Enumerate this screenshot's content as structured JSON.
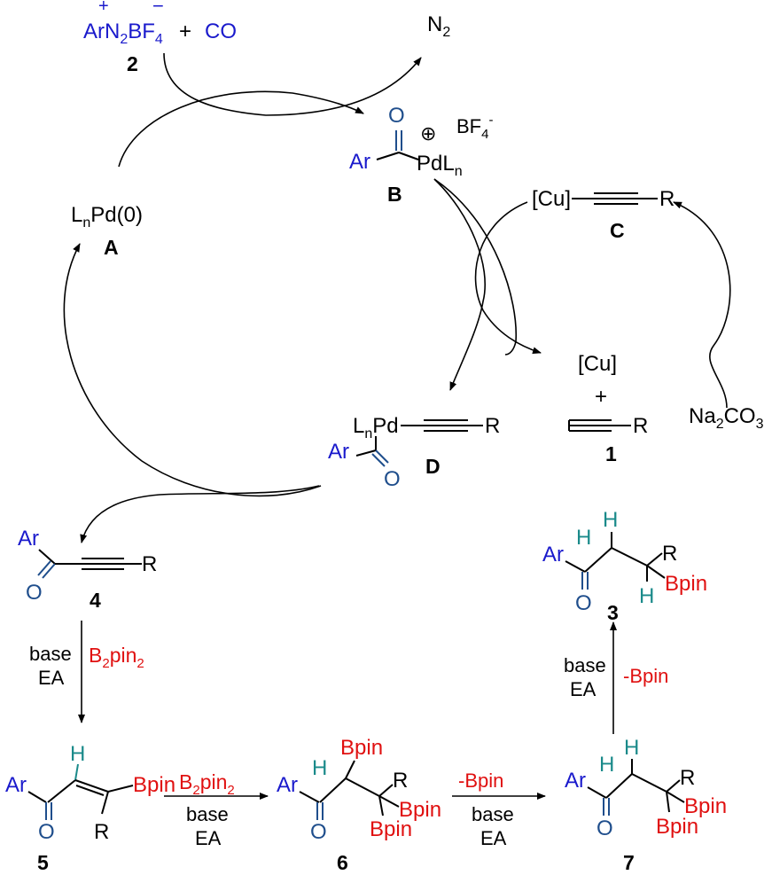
{
  "colors": {
    "black": "#000000",
    "blue": "#1a1acc",
    "navy": "#1f4e8c",
    "teal": "#1a8a8a",
    "red": "#e01010"
  },
  "reagents": {
    "diazonium": {
      "plus": "+",
      "ar": "ArN",
      "sub2": "2",
      "bf": "BF",
      "sub4": "4",
      "minus": "−"
    },
    "plus_sign": "+",
    "co": "CO",
    "label_2": "2",
    "n2": {
      "n": "N",
      "sub": "2"
    }
  },
  "species": {
    "A": {
      "l": "L",
      "sub_n": "n",
      "rest": "Pd(0)",
      "label": "A"
    },
    "B": {
      "o": "O",
      "ar": "Ar",
      "charge": "⊕",
      "pd": "PdL",
      "sub_n": "n",
      "bf": "BF",
      "sub4": "4",
      "sup": "-",
      "label": "B"
    },
    "C": {
      "cu": "[Cu]",
      "r": "R",
      "label": "C"
    },
    "cu_free": "[Cu]",
    "plus2": "+",
    "alkyne_1": {
      "r": "R",
      "label": "1"
    },
    "base_na": {
      "na": "Na",
      "sub2": "2",
      "co": "CO",
      "sub3": "3"
    },
    "D": {
      "l": "L",
      "sub_n": "n",
      "pd": "Pd",
      "r": "R",
      "ar": "Ar",
      "o": "O",
      "label": "D"
    }
  },
  "compounds": {
    "c4": {
      "ar": "Ar",
      "o": "O",
      "r": "R",
      "label": "4"
    },
    "c5": {
      "ar": "Ar",
      "o": "O",
      "h": "H",
      "bpin": "Bpin",
      "r": "R",
      "label": "5"
    },
    "c6": {
      "ar": "Ar",
      "o": "O",
      "h": "H",
      "bpin1": "Bpin",
      "r": "R",
      "bpin2": "Bpin",
      "bpin3": "Bpin",
      "label": "6"
    },
    "c7": {
      "ar": "Ar",
      "o": "O",
      "h1": "H",
      "h2": "H",
      "r": "R",
      "bpin1": "Bpin",
      "bpin2": "Bpin",
      "label": "7"
    },
    "c3": {
      "ar": "Ar",
      "o": "O",
      "h1": "H",
      "h2": "H",
      "h3": "H",
      "r": "R",
      "bpin": "Bpin",
      "label": "3"
    }
  },
  "conditions": {
    "step1": {
      "base": "base",
      "ea": "EA",
      "b": "B",
      "sub2": "2",
      "pin": "pin",
      "sub2b": "2"
    },
    "step2": {
      "b": "B",
      "sub2": "2",
      "pin": "pin",
      "sub2b": "2",
      "base": "base",
      "ea": "EA"
    },
    "step3": {
      "bpin": "-Bpin",
      "base": "base",
      "ea": "EA"
    },
    "step4": {
      "base": "base",
      "ea": "EA",
      "bpin": "-Bpin"
    }
  }
}
